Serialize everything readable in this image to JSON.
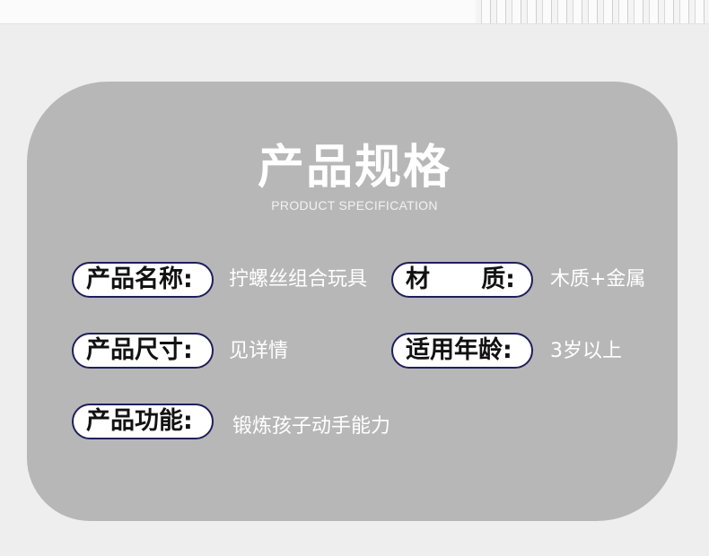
{
  "header": {
    "title": "产品规格",
    "subtitle": "PRODUCT SPECIFICATION"
  },
  "specs": [
    {
      "label": "产品名称:",
      "value": "拧螺丝组合玩具"
    },
    {
      "label_left": "材",
      "label_right": "质:",
      "value": "木质+金属"
    },
    {
      "label": "产品尺寸:",
      "value": "见详情"
    },
    {
      "label": "适用年龄:",
      "value": "3岁以上"
    },
    {
      "label": "产品功能:",
      "value": "锻炼孩子动手能力"
    }
  ],
  "colors": {
    "background": "#eeeeee",
    "card": "#b7b7b7",
    "pill_border": "#1f1f5c",
    "text_light": "#ffffff"
  }
}
